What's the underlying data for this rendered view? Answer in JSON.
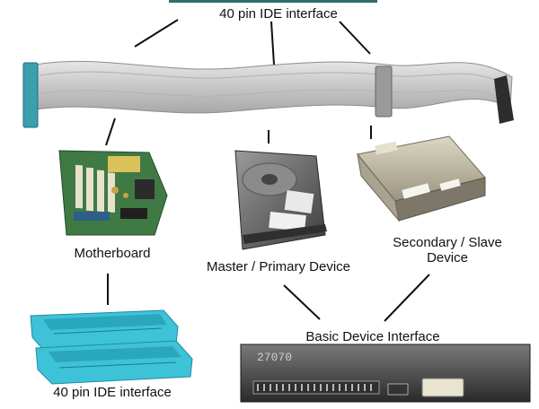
{
  "labels": {
    "top_interface": "40 pin IDE interface",
    "motherboard": "Motherboard",
    "master_device": "Master / Primary Device",
    "secondary_line1": "Secondary / Slave",
    "secondary_line2": "Device",
    "basic_interface": "Basic Device Interface",
    "bottom_interface": "40 pin IDE interface",
    "plate_number": "27070"
  },
  "colors": {
    "ribbon": "#c9c9c9",
    "connector_teal": "#3aa0b0",
    "connector_cyan": "#3ec2d8",
    "pcb_green": "#3f7a45",
    "drive_gray": "#6e6e6e",
    "optical_beige": "#c8c2a8"
  }
}
